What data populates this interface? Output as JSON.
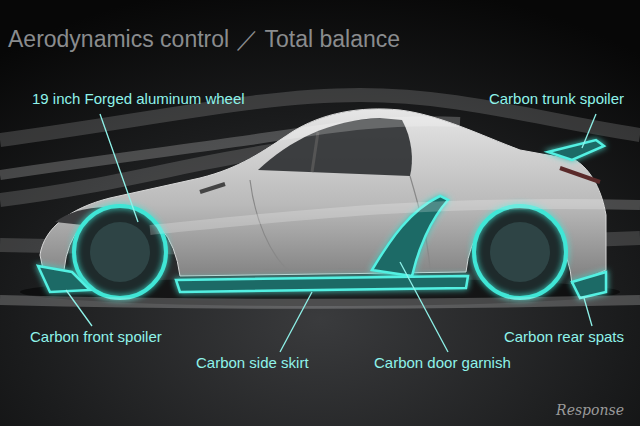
{
  "diagram": {
    "title": "Aerodynamics control  ／  Total balance",
    "labels": [
      "19 inch Forged aluminum wheel",
      "Carbon trunk spoiler",
      "Carbon front spoiler",
      "Carbon side skirt",
      "Carbon door garnish",
      "Carbon rear spats",
      "Response"
    ]
  }
}
